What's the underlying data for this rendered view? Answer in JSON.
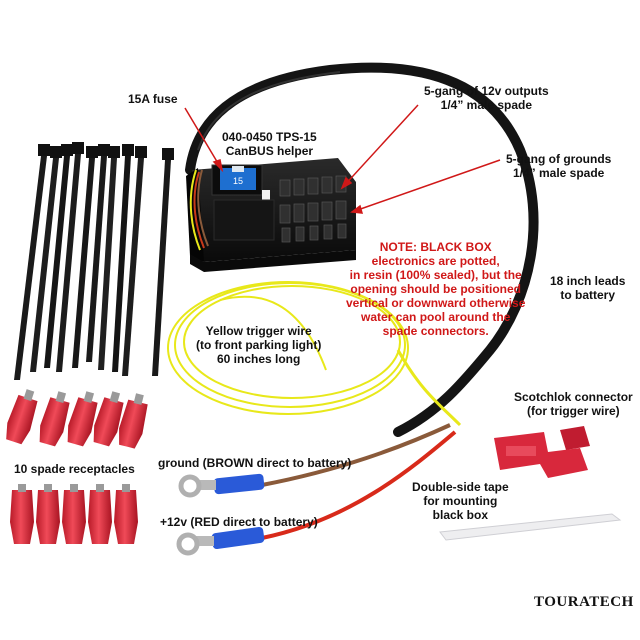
{
  "labels": {
    "fuse": "15A fuse",
    "helper_l1": "040-0450 TPS-15",
    "helper_l2": "CanBUS helper",
    "outputs_l1": "5-gang of 12v outputs",
    "outputs_l2": "1/4” male spade",
    "grounds_l1": "5-gang of grounds",
    "grounds_l2": "1/4” male spade",
    "note_l1": "NOTE:  BLACK BOX",
    "note_l2": "electronics are potted,",
    "note_l3": "in resin (100% sealed), but the",
    "note_l4": "opening should be positioned",
    "note_l5": "vertical or downward otherwise",
    "note_l6": "water can pool around the",
    "note_l7": "spade connectors.",
    "leads_l1": "18 inch leads",
    "leads_l2": "to battery",
    "yellow_l1": "Yellow trigger wire",
    "yellow_l2": "(to front parking light)",
    "yellow_l3": "60 inches long",
    "scotchlok_l1": "Scotchlok connector",
    "scotchlok_l2": "(for trigger wire)",
    "receptacles": "10 spade receptacles",
    "ground": "ground (BROWN direct to battery)",
    "plus12v": "+12v (RED direct to battery)",
    "tape_l1": "Double-side tape",
    "tape_l2": "for mounting",
    "tape_l3": "black box"
  },
  "fuse_rating": "15",
  "brand": "TOURATECH",
  "colors": {
    "note_text": "#d01818",
    "wire_yellow": "#e8e81a",
    "wire_brown": "#8a5a3a",
    "wire_red": "#d82a1a",
    "receptacle": "#e02a3a",
    "box": "#1a1a1a",
    "fuse": "#1e6fd0",
    "ring_terminal": "#2a5ad8"
  }
}
